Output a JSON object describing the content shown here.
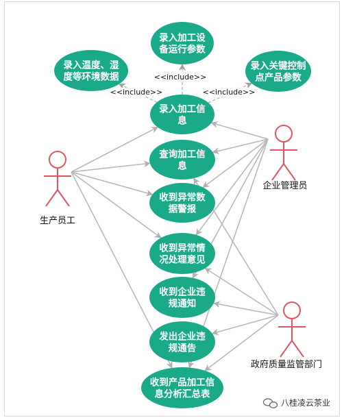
{
  "colors": {
    "usecase_fill": "#1aaa8a",
    "actor_stroke": "#e0555e",
    "association_line": "#b8b8b8",
    "include_line": "#b0b0b0"
  },
  "actors": [
    {
      "id": "worker",
      "label": "生产员工"
    },
    {
      "id": "manager",
      "label": "企业管理员"
    },
    {
      "id": "gov",
      "label": "政府质量监管部门"
    }
  ],
  "use_cases": [
    {
      "id": "uc_device",
      "lines": [
        "录入加工设",
        "备运行参数"
      ]
    },
    {
      "id": "uc_env",
      "lines": [
        "录入温度、湿",
        "度等环境数据"
      ]
    },
    {
      "id": "uc_keypoint",
      "lines": [
        "录入关键控制",
        "点产品参数"
      ]
    },
    {
      "id": "uc_input",
      "lines": [
        "录入加工信",
        "息"
      ]
    },
    {
      "id": "uc_query",
      "lines": [
        "查询加工信",
        "息"
      ]
    },
    {
      "id": "uc_alarm",
      "lines": [
        "收到异常数",
        "据警报"
      ]
    },
    {
      "id": "uc_opinion",
      "lines": [
        "收到异常情",
        "况处理意见"
      ]
    },
    {
      "id": "uc_violation_recv",
      "lines": [
        "收到企业违",
        "规通知"
      ]
    },
    {
      "id": "uc_violation_send",
      "lines": [
        "发出企业违",
        "规通告"
      ]
    },
    {
      "id": "uc_report",
      "lines": [
        "收到产品加工信",
        "息分析汇总表"
      ]
    }
  ],
  "includes": [
    {
      "from": "uc_input",
      "to": "uc_device",
      "label": "<<include>>"
    },
    {
      "from": "uc_input",
      "to": "uc_env",
      "label": "<<include>>"
    },
    {
      "from": "uc_input",
      "to": "uc_keypoint",
      "label": "<<include>>"
    }
  ],
  "associations": [
    {
      "from": "worker",
      "to": "uc_input"
    },
    {
      "from": "worker",
      "to": "uc_query"
    },
    {
      "from": "worker",
      "to": "uc_alarm"
    },
    {
      "from": "worker",
      "to": "uc_opinion"
    },
    {
      "from": "worker",
      "to": "uc_report"
    },
    {
      "from": "manager",
      "to": "uc_input"
    },
    {
      "from": "manager",
      "to": "uc_query"
    },
    {
      "from": "manager",
      "to": "uc_alarm"
    },
    {
      "from": "manager",
      "to": "uc_opinion"
    },
    {
      "from": "manager",
      "to": "uc_violation_recv"
    },
    {
      "from": "manager",
      "to": "uc_report"
    },
    {
      "from": "gov",
      "to": "uc_query"
    },
    {
      "from": "gov",
      "to": "uc_opinion"
    },
    {
      "from": "gov",
      "to": "uc_violation_recv"
    },
    {
      "from": "gov",
      "to": "uc_violation_send"
    },
    {
      "from": "gov",
      "to": "uc_report"
    }
  ],
  "watermark": {
    "icon": "wechat-icon",
    "text": "八桂凌云茶业"
  }
}
